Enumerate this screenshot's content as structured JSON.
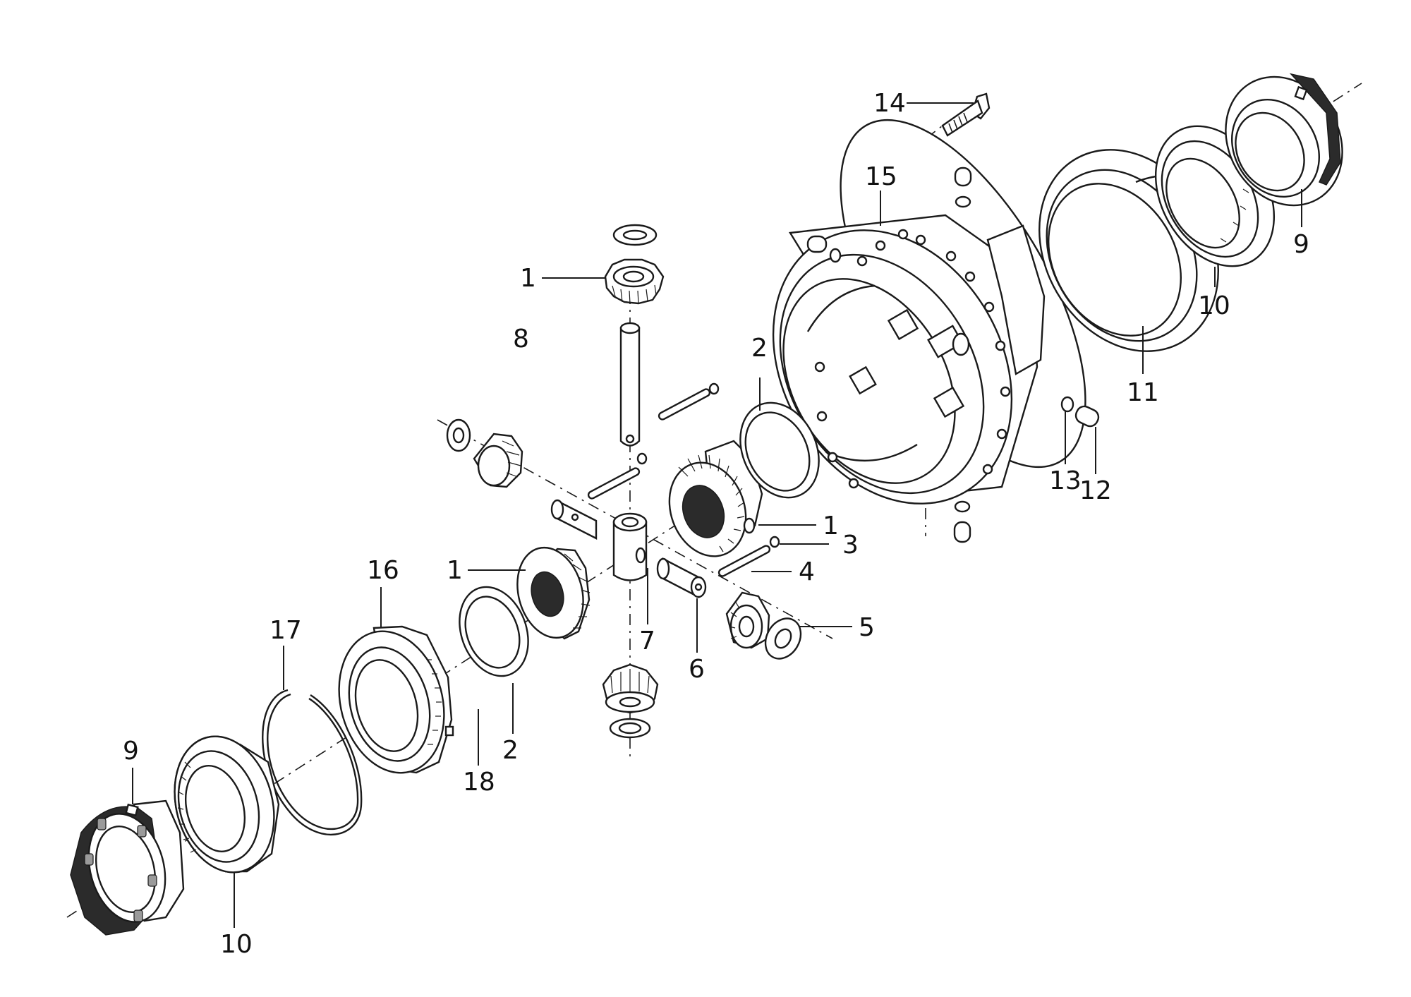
{
  "diagram": {
    "callouts": [
      {
        "id": "c-14",
        "label": "14"
      },
      {
        "id": "c-15",
        "label": "15"
      },
      {
        "id": "c-9-top",
        "label": "9"
      },
      {
        "id": "c-10-top",
        "label": "10"
      },
      {
        "id": "c-11",
        "label": "11"
      },
      {
        "id": "c-13",
        "label": "13"
      },
      {
        "id": "c-12",
        "label": "12"
      },
      {
        "id": "c-1-top",
        "label": "1"
      },
      {
        "id": "c-8",
        "label": "8"
      },
      {
        "id": "c-2-top",
        "label": "2"
      },
      {
        "id": "c-1-mid",
        "label": "1"
      },
      {
        "id": "c-3",
        "label": "3"
      },
      {
        "id": "c-4",
        "label": "4"
      },
      {
        "id": "c-5",
        "label": "5"
      },
      {
        "id": "c-1-left",
        "label": "1"
      },
      {
        "id": "c-7",
        "label": "7"
      },
      {
        "id": "c-6",
        "label": "6"
      },
      {
        "id": "c-16",
        "label": "16"
      },
      {
        "id": "c-17",
        "label": "17"
      },
      {
        "id": "c-2-bot",
        "label": "2"
      },
      {
        "id": "c-18",
        "label": "18"
      },
      {
        "id": "c-9-bot",
        "label": "9"
      },
      {
        "id": "c-10-bot",
        "label": "10"
      }
    ]
  }
}
